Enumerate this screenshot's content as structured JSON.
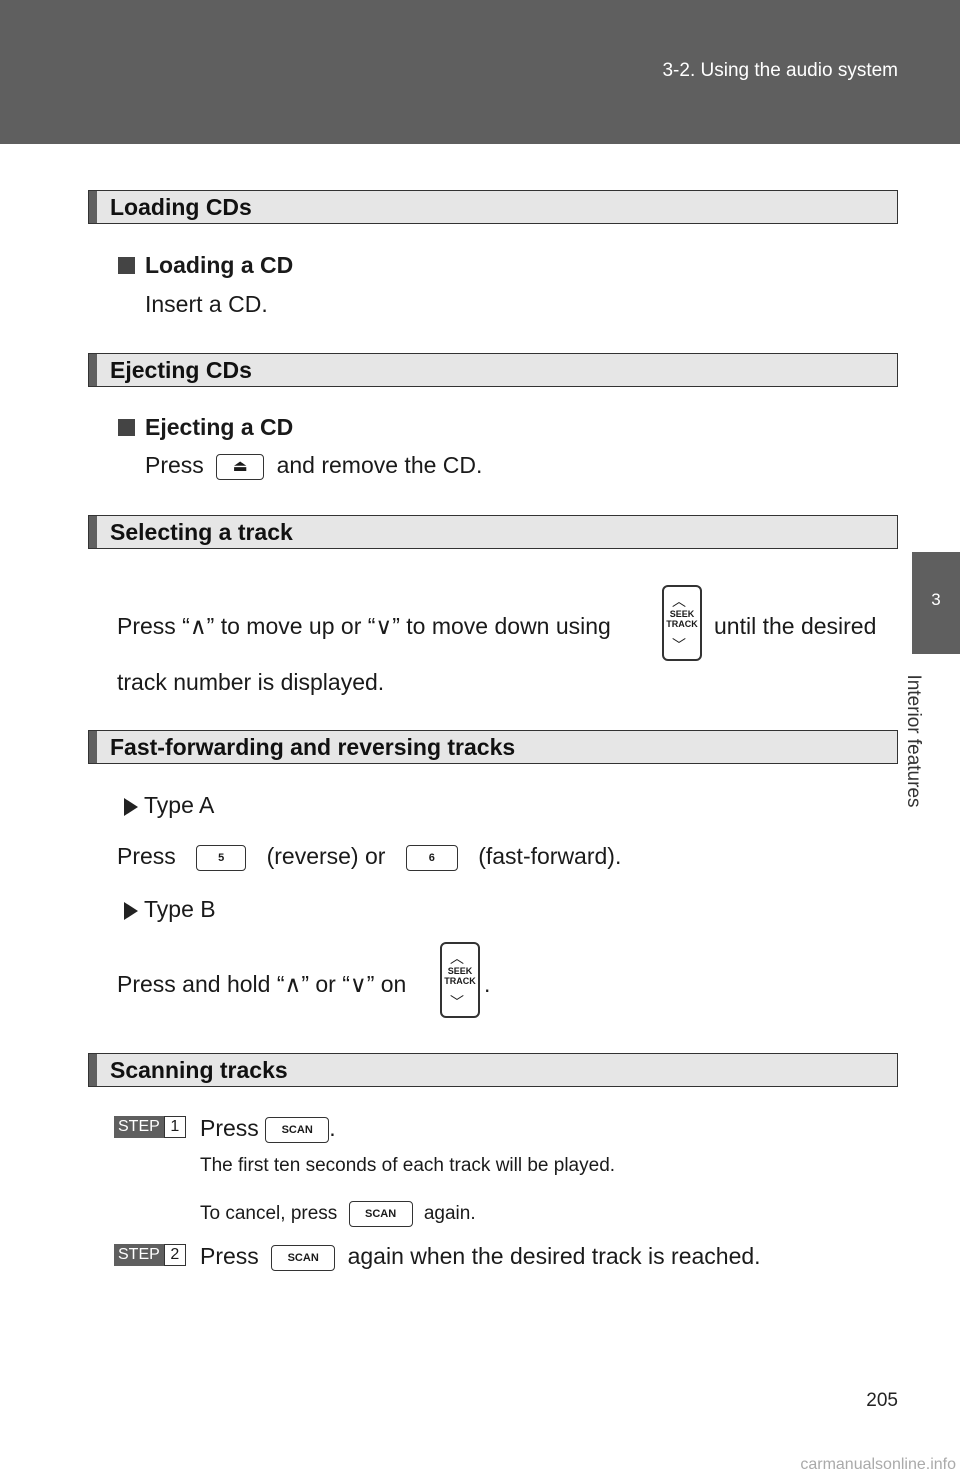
{
  "header": {
    "breadcrumb": "3-2. Using the audio system"
  },
  "sidebar": {
    "chapter_number": "3",
    "chapter_title": "Interior features"
  },
  "sections": {
    "loading": {
      "title": "Loading CDs",
      "sub": "Loading a CD",
      "text": "Insert a CD."
    },
    "ejecting": {
      "title": "Ejecting CDs",
      "sub": "Ejecting a CD",
      "press": "Press",
      "after": "and remove the CD.",
      "eject_symbol": "⏏"
    },
    "selecting": {
      "title": "Selecting a track",
      "line1_a": "Press “∧” to move up or “∨” to move down using",
      "line1_b": "until the desired",
      "line2": "track number is displayed."
    },
    "fast": {
      "title": "Fast-forwarding and reversing tracks",
      "type_a": "Type A",
      "press": "Press",
      "rev": "(reverse) or",
      "ff": "(fast-forward).",
      "key5": "5",
      "key6": "6",
      "type_b": "Type B",
      "hold_a": "Press and hold “∧” or “∨” on",
      "hold_b": "."
    },
    "scanning": {
      "title": "Scanning tracks",
      "step_word": "STEP",
      "step1": "1",
      "step2": "2",
      "press": "Press",
      "dot": ".",
      "note1": "The first ten seconds of each track will be played.",
      "cancel_a": "To cancel, press",
      "cancel_b": "again.",
      "step2_b": "again when the desired track is reached.",
      "scan_key": "SCAN"
    }
  },
  "seek_track": {
    "l1": "SEEK",
    "l2": "TRACK"
  },
  "page_number": "205",
  "footer": "carmanualsonline.info"
}
